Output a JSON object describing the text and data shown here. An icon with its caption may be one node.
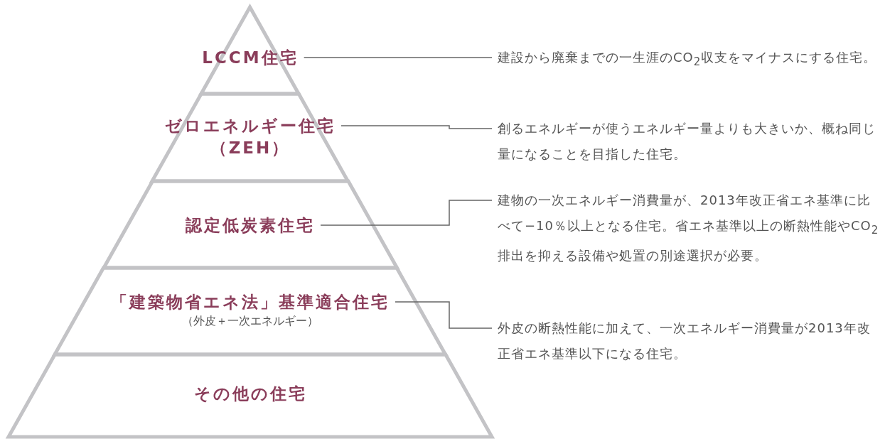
{
  "diagram": {
    "nodes": [
      {
        "text": [
          "LCCM住宅"
        ]
      },
      {
        "text": [
          "ゼロエネルギー住宅",
          "（ZEH）"
        ]
      },
      {
        "text": [
          "認定低炭素住宅"
        ]
      },
      {
        "text": [
          "「建築物省エネ法」基準適合住宅",
          "（外皮＋一次エネルギー）"
        ]
      },
      {
        "text": [
          "その他の住宅"
        ]
      },
      {
        "text": [
          "建設から廃棄までの一生涯のCO$_{2}$収支をマイナスにする住宅。"
        ]
      },
      {
        "text": [
          "創るエネルギーが使うエネルギー量よりも大きいか、概ね同じ量になることを目指した住宅。"
        ]
      },
      {
        "text": [
          "建物の一次エネルギー消費量が、2013年改正省エネ基準に比べて−10％以上となる住宅。省エネ基準以上の断熱性能やCO$_{2}$排出を抑える設備や処置の別途選択が必要。"
        ]
      },
      {
        "text": [
          "外皮の断熱性能に加えて、一次エネルギー消費量が2013年改正省エネ基準以下になる住宅。"
        ]
      }
    ],
    "edges": [
      {
        "from": 0,
        "to": 5,
        "arrow": "none"
      },
      {
        "from": 1,
        "to": 6,
        "arrow": "none"
      },
      {
        "from": 2,
        "to": 7,
        "arrow": "none"
      },
      {
        "from": 3,
        "to": 8,
        "arrow": "none"
      }
    ]
  }
}
